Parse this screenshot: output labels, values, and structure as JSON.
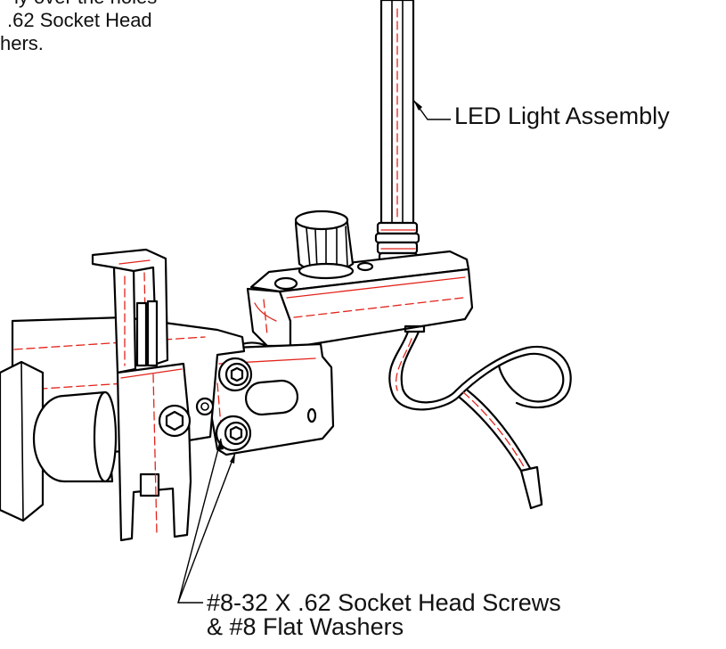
{
  "notes": {
    "instruction_lines": [
      "ly over the holes",
      ".62 Socket Head",
      "hers."
    ],
    "led_light_label": "LED Light Assembly",
    "screw_label_lines": [
      "#8-32 X .62 Socket Head Screws",
      "& #8 Flat Washers"
    ]
  },
  "colors": {
    "line": "#000000",
    "hidden_edges": "#e2231a",
    "background": "#ffffff"
  }
}
